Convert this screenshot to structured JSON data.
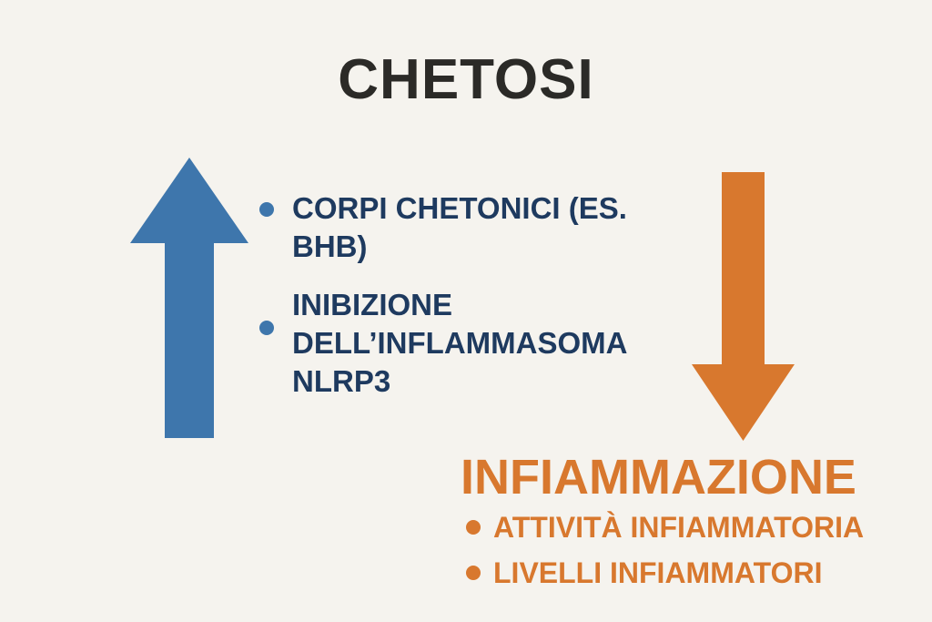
{
  "title": "CHETOSI",
  "ketosis_section": {
    "bullets": [
      "CORPI CHETONICI (ES. BHB)",
      "INIBIZIONE DELL’INFLAMMASOMA NLRP3"
    ]
  },
  "inflammation_section": {
    "heading": "INFIAMMAZIONE",
    "bullets": [
      "ATTIVITÀ INFIAMMATORIA",
      "LIVELLI INFIAMMATORI"
    ]
  },
  "icons": {
    "up_arrow": "up-arrow-icon",
    "down_arrow": "down-arrow-icon"
  },
  "colors": {
    "background": "#f5f3ee",
    "title_text": "#2b2a27",
    "navy_text": "#1e3a5f",
    "blue_accent": "#3e76ac",
    "orange_accent": "#d8782e"
  }
}
